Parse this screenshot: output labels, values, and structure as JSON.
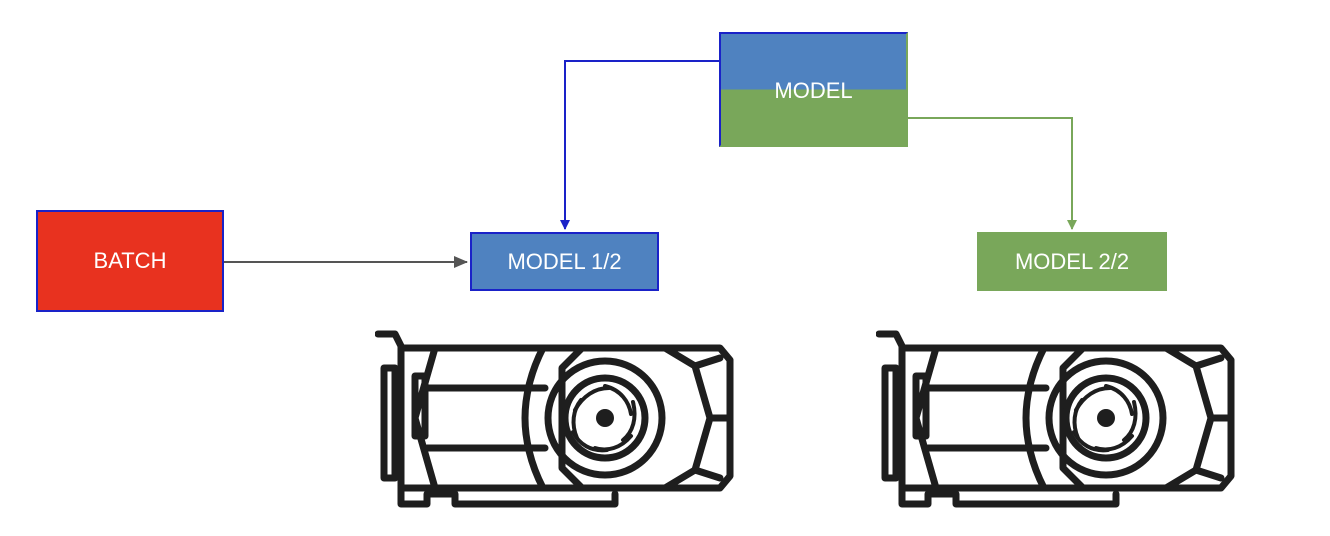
{
  "nodes": {
    "batch": "BATCH",
    "model": "MODEL",
    "model_half_1": "MODEL 1/2",
    "model_half_2": "MODEL 2/2"
  },
  "colors": {
    "batch": "#e8321f",
    "blue": "#4f82c0",
    "green": "#79a75a",
    "border_blue": "#1a22c8",
    "arrow_gray": "#555555",
    "gpu_stroke": "#1e1e1e"
  },
  "icons": [
    "gpu-card-icon",
    "gpu-card-icon"
  ]
}
